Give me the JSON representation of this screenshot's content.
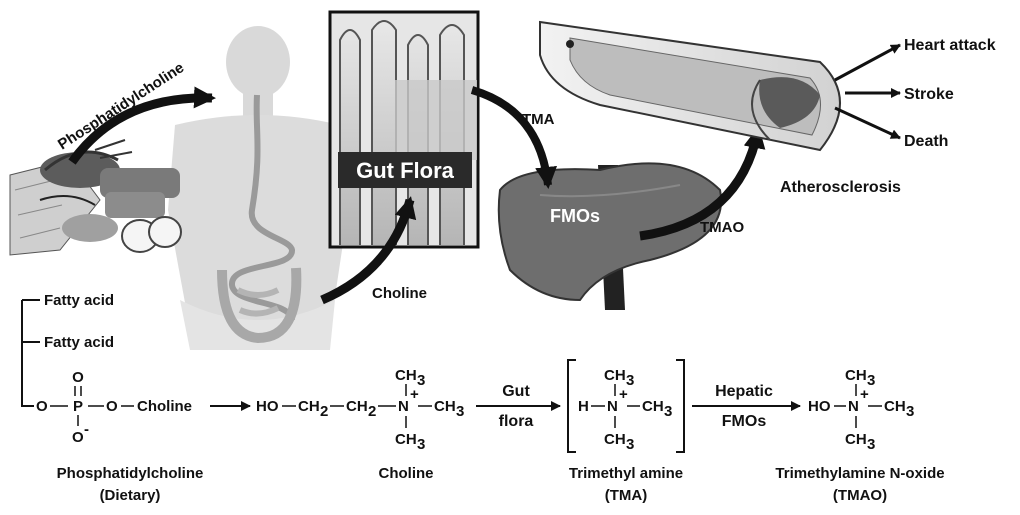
{
  "illustration": {
    "food_arrow_label": "Phosphatidylcholine",
    "gut_flora_label": "Gut Flora",
    "tma_arrow_label": "TMA",
    "fmos_label": "FMOs",
    "tmao_arrow_label": "TMAO",
    "choline_arrow_label": "Choline",
    "outcomes": [
      "Heart attack",
      "Stroke",
      "Death"
    ],
    "artery_label": "Atherosclerosis"
  },
  "pathway": {
    "fatty_acid_1": "Fatty acid",
    "fatty_acid_2": "Fatty acid",
    "pc_formula": {
      "o_top": "O",
      "o_left": "O",
      "p": "P",
      "o_right": "O",
      "choline_group": "Choline",
      "o_minus": "O",
      "minus": "-"
    },
    "choline_formula": {
      "ho": "HO",
      "ch2_a": "CH",
      "ch2_b": "CH",
      "sub2": "2",
      "n": "N",
      "plus": "+",
      "ch3": "CH",
      "sub3": "3"
    },
    "step1_top": "Gut",
    "step1_bottom": "flora",
    "tma_formula": {
      "h": "H",
      "n": "N",
      "plus": "+",
      "ch3": "CH",
      "sub3": "3"
    },
    "step2_top": "Hepatic",
    "step2_bottom": "FMOs",
    "tmao_formula": {
      "ho": "HO",
      "n": "N",
      "plus": "+",
      "ch3": "CH",
      "sub3": "3"
    },
    "compounds": [
      {
        "name": "Phosphatidylcholine",
        "sub": "(Dietary)"
      },
      {
        "name": "Choline",
        "sub": ""
      },
      {
        "name": "Trimethyl amine",
        "sub": "(TMA)"
      },
      {
        "name": "Trimethylamine N-oxide",
        "sub": "(TMAO)"
      }
    ]
  },
  "colors": {
    "ink": "#111111",
    "gut_flora_box": "#2a2a2a",
    "body_silhouette": "#d9d9d9",
    "liver": "#6e6e6e"
  }
}
